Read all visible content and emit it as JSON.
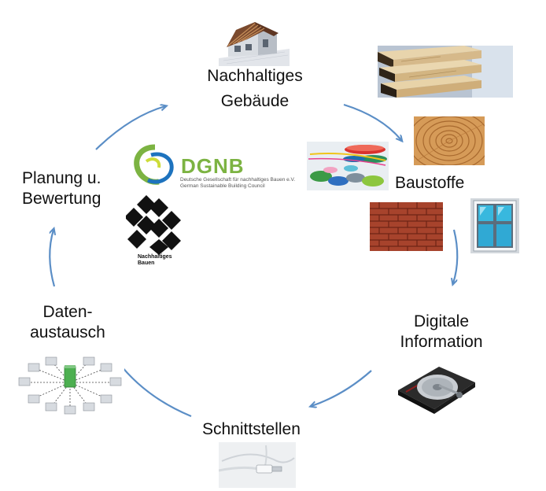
{
  "colors": {
    "arrow": "#5b8ec6",
    "text": "#111111",
    "dgnb_green": "#7cb342",
    "dgnb_blue": "#1e73be"
  },
  "nodes": {
    "gebaeude": {
      "line1": "Nachhaltiges",
      "line2": "Gebäude"
    },
    "baustoffe": {
      "label": "Baustoffe"
    },
    "digital": {
      "line1": "Digitale",
      "line2": "Information"
    },
    "schnitt": {
      "label": "Schnittstellen"
    },
    "daten": {
      "line1": "Daten-",
      "line2": "austausch"
    },
    "planung": {
      "line1": "Planung u.",
      "line2": "Bewertung"
    }
  },
  "logos": {
    "dgnb": {
      "name": "DGNB",
      "line1": "Deutsche Gesellschaft für nachhaltiges Bauen e.V.",
      "line2": "German Sustainable Building Council"
    },
    "nb": {
      "line1": "Nachhaltiges",
      "line2": "Bauen"
    }
  },
  "icons": [
    "house-icon",
    "wood-panel-icon",
    "wood-rings-icon",
    "plastic-granules-icon",
    "brick-wall-icon",
    "window-icon",
    "hard-drive-icon",
    "usb-cable-icon",
    "network-icon"
  ]
}
